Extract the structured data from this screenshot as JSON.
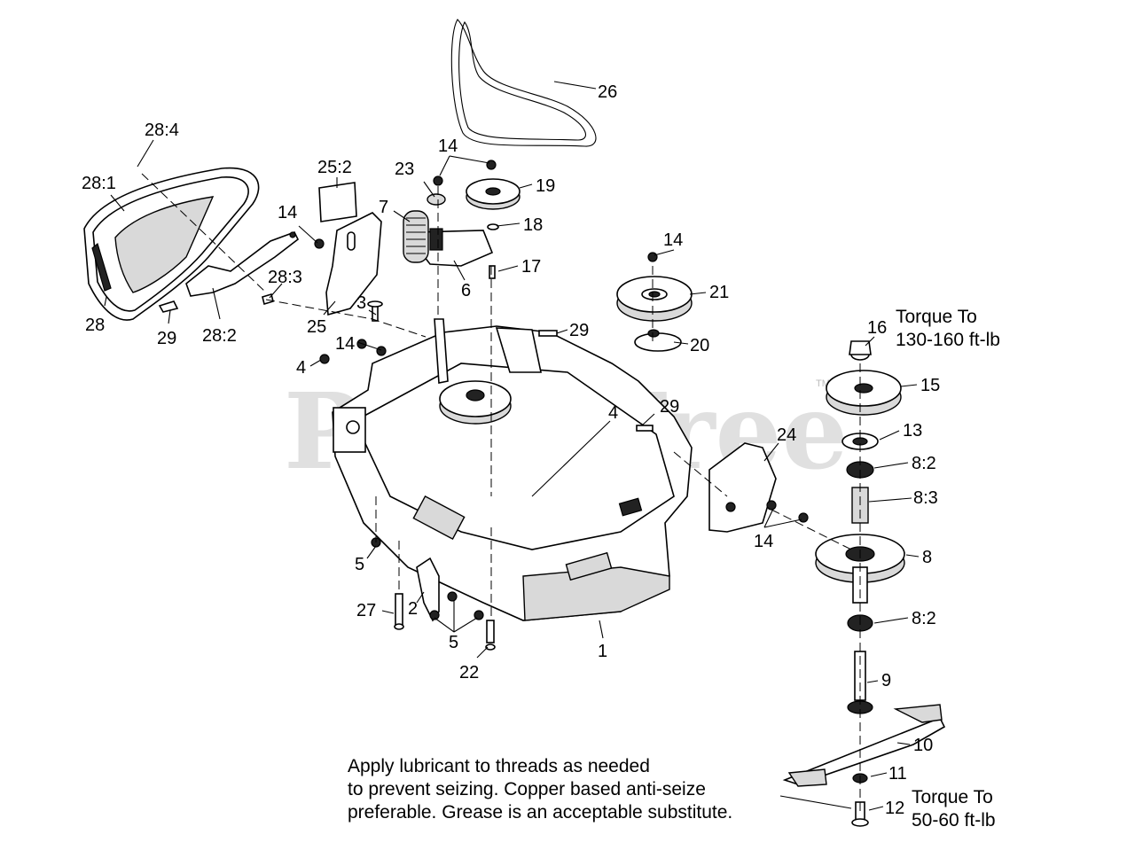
{
  "watermark": "PartsTree",
  "watermark_tm": "TM",
  "callouts": [
    {
      "id": "c-26",
      "label": "26"
    },
    {
      "id": "c-28-4",
      "label": "28:4"
    },
    {
      "id": "c-28-1",
      "label": "28:1"
    },
    {
      "id": "c-28",
      "label": "28"
    },
    {
      "id": "c-29a",
      "label": "29"
    },
    {
      "id": "c-28-2",
      "label": "28:2"
    },
    {
      "id": "c-28-3",
      "label": "28:3"
    },
    {
      "id": "c-25-2",
      "label": "25:2"
    },
    {
      "id": "c-25",
      "label": "25"
    },
    {
      "id": "c-14a",
      "label": "14"
    },
    {
      "id": "c-14b",
      "label": "14"
    },
    {
      "id": "c-23",
      "label": "23"
    },
    {
      "id": "c-7",
      "label": "7"
    },
    {
      "id": "c-19",
      "label": "19"
    },
    {
      "id": "c-18",
      "label": "18"
    },
    {
      "id": "c-17",
      "label": "17"
    },
    {
      "id": "c-6",
      "label": "6"
    },
    {
      "id": "c-14c",
      "label": "14"
    },
    {
      "id": "c-21",
      "label": "21"
    },
    {
      "id": "c-20",
      "label": "20"
    },
    {
      "id": "c-29b",
      "label": "29"
    },
    {
      "id": "c-3",
      "label": "3"
    },
    {
      "id": "c-14d",
      "label": "14"
    },
    {
      "id": "c-4a",
      "label": "4"
    },
    {
      "id": "c-4b",
      "label": "4"
    },
    {
      "id": "c-29c",
      "label": "29"
    },
    {
      "id": "c-24",
      "label": "24"
    },
    {
      "id": "c-14e",
      "label": "14"
    },
    {
      "id": "c-16",
      "label": "16"
    },
    {
      "id": "c-15",
      "label": "15"
    },
    {
      "id": "c-13",
      "label": "13"
    },
    {
      "id": "c-8-2a",
      "label": "8:2"
    },
    {
      "id": "c-8-3",
      "label": "8:3"
    },
    {
      "id": "c-8",
      "label": "8"
    },
    {
      "id": "c-8-2b",
      "label": "8:2"
    },
    {
      "id": "c-9",
      "label": "9"
    },
    {
      "id": "c-10",
      "label": "10"
    },
    {
      "id": "c-11",
      "label": "11"
    },
    {
      "id": "c-12",
      "label": "12"
    },
    {
      "id": "c-5a",
      "label": "5"
    },
    {
      "id": "c-2",
      "label": "2"
    },
    {
      "id": "c-27",
      "label": "27"
    },
    {
      "id": "c-5b",
      "label": "5"
    },
    {
      "id": "c-22",
      "label": "22"
    },
    {
      "id": "c-1",
      "label": "1"
    }
  ],
  "torque_upper": {
    "line1": "Torque To",
    "line2": "130-160 ft-lb"
  },
  "torque_lower": {
    "line1": "Torque To",
    "line2": "50-60 ft-lb"
  },
  "lubricant_note": {
    "line1": "Apply lubricant to threads as needed",
    "line2": "to prevent seizing. Copper based anti-seize",
    "line3": "preferable. Grease is an acceptable substitute."
  }
}
